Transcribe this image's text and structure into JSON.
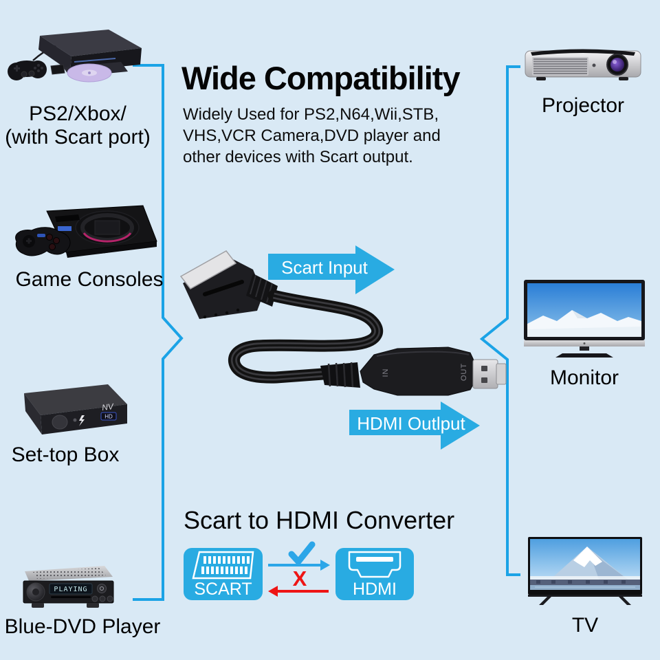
{
  "colors": {
    "background": "#D9E9F5",
    "accent_blue": "#29ABE2",
    "bracket_blue": "#1BA3E6",
    "red": "#EE1515"
  },
  "header": {
    "title": "Wide Compatibility",
    "line1": "Widely Used for PS2,N64,Wii,STB,",
    "line2": "VHS,VCR Camera,DVD player and",
    "line3": "other devices with Scart output."
  },
  "devices": {
    "ps2": {
      "label1": "PS2/Xbox/",
      "label2": "(with Scart port)"
    },
    "consoles": {
      "label": "Game Consoles"
    },
    "settop": {
      "label": "Set-top Box",
      "logo": "NV",
      "badge": "HD"
    },
    "dvd": {
      "label": "Blue-DVD Player",
      "display": "PLAYING"
    },
    "projector": {
      "label": "Projector"
    },
    "monitor": {
      "label": "Monitor"
    },
    "tv": {
      "label": "TV"
    }
  },
  "cable": {
    "input_label": "Scart Input",
    "output_label": "HDMI Outlput",
    "in_marking": "IN",
    "out_marking": "OUT"
  },
  "converter": {
    "heading": "Scart to HDMI Converter",
    "scart": "SCART",
    "hdmi": "HDMI",
    "block_mark": "X"
  },
  "icons": {
    "check_icon": "checkmark",
    "scart_port_icon": "scart-connector",
    "hdmi_port_icon": "hdmi-connector"
  }
}
